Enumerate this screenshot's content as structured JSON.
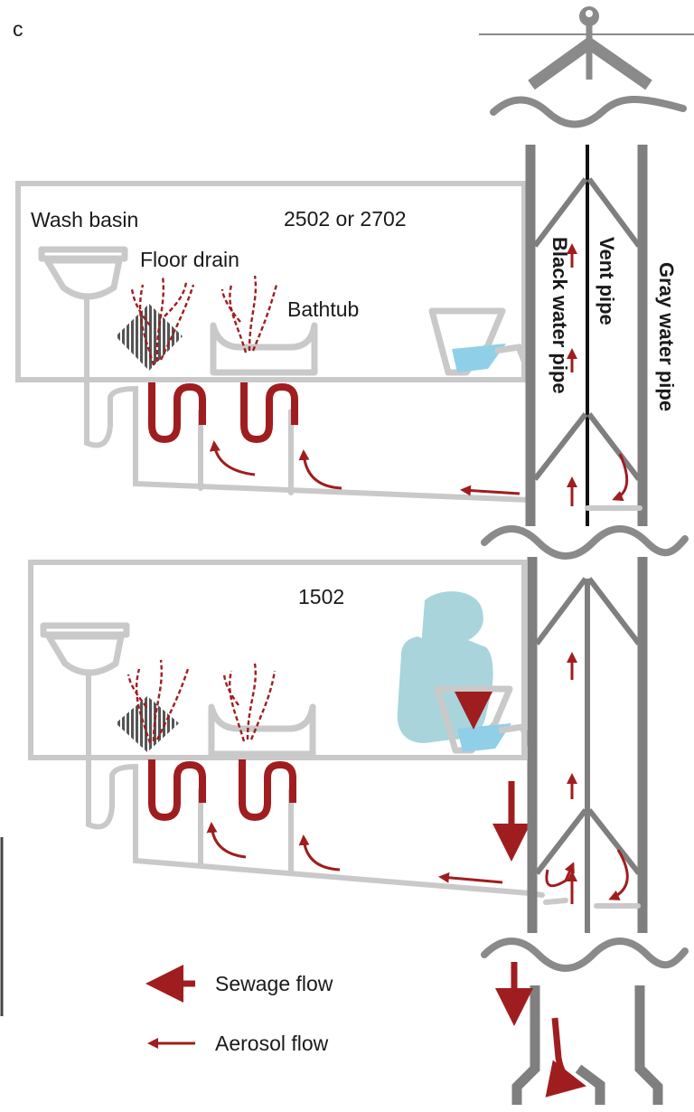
{
  "panel_letter": "c",
  "rooms": {
    "upper": "2502 or 2702",
    "lower": "1502"
  },
  "fixtures": {
    "wash_basin": "Wash basin",
    "floor_drain": "Floor drain",
    "bathtub": "Bathtub"
  },
  "pipes": {
    "black": "Black water pipe",
    "vent": "Vent pipe",
    "gray": "Gray water pipe"
  },
  "legend": {
    "sewage": "Sewage flow",
    "aerosol": "Aerosol flow"
  },
  "colors": {
    "flow_red": "#a01d1f",
    "fixture_grey": "#c9c9c9",
    "pipe_grey": "#7f7f7f",
    "water_blue": "#8fd0e8",
    "person_blue": "#a9d4dc"
  }
}
